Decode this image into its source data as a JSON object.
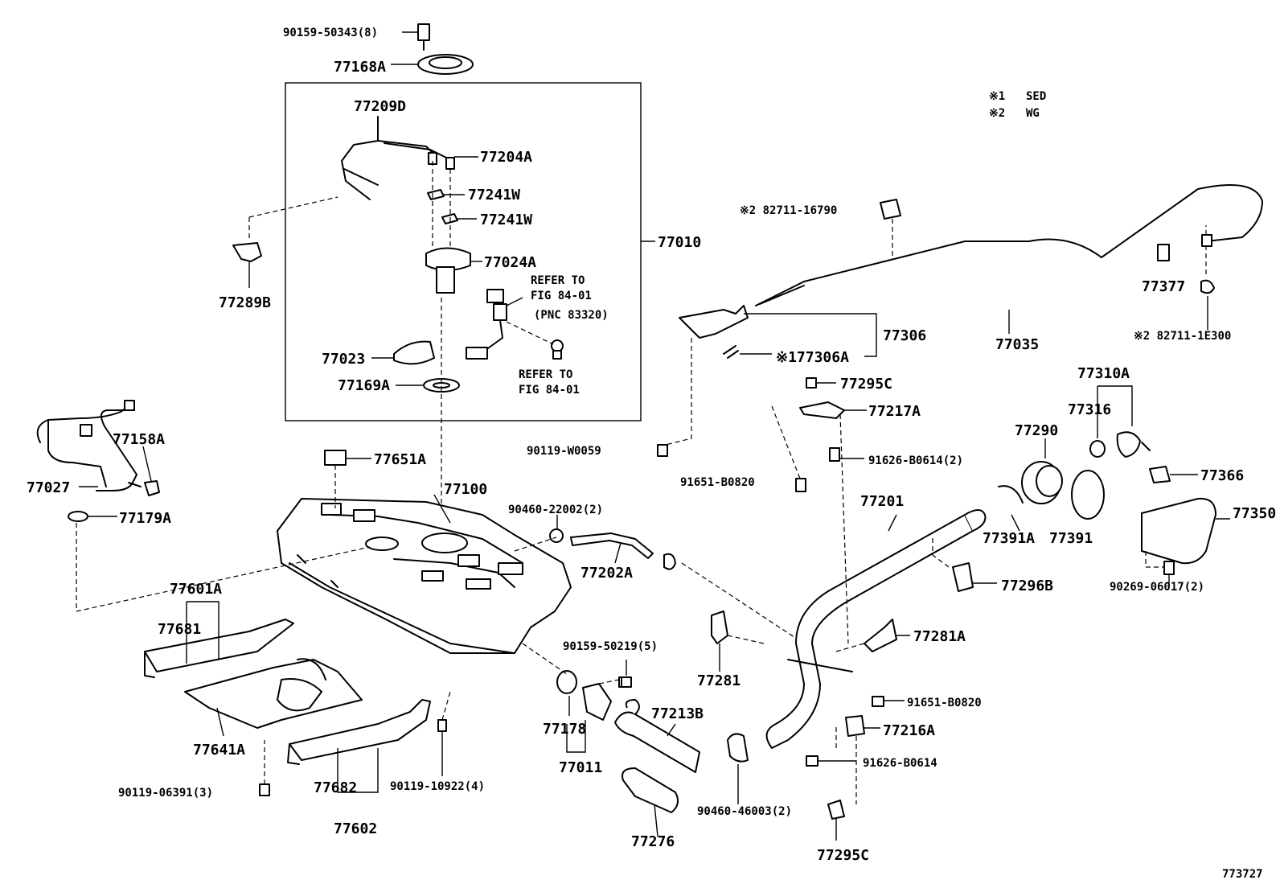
{
  "legend": [
    {
      "mark": "※1",
      "text": "SED"
    },
    {
      "mark": "※2",
      "text": "WG"
    }
  ],
  "figure_code": "773727",
  "labels": {
    "l90159_50343": "90159-50343(8)",
    "l77168A": "77168A",
    "l77209D": "77209D",
    "l77204A": "77204A",
    "l77241W_a": "77241W",
    "l77241W_b": "77241W",
    "l77010": "77010",
    "l77024A": "77024A",
    "l77289B": "77289B",
    "refer1_a": "REFER TO",
    "refer1_b": "FIG 84-01",
    "refer1_c": "(PNC 83320)",
    "l77023": "77023",
    "l77169A": "77169A",
    "refer2_a": "REFER TO",
    "refer2_b": "FIG 84-01",
    "l82711_16790": "※2 82711-16790",
    "l77306": "77306",
    "l77306A": "※177306A",
    "l77035": "77035",
    "l77377": "77377",
    "l82711_1E300": "※2 82711-1E300",
    "l77295C_a": "77295C",
    "l77217A": "77217A",
    "l77310A": "77310A",
    "l77316": "77316",
    "l77290": "77290",
    "l77158A": "77158A",
    "l90119_W0059": "90119-W0059",
    "l91626_B0614_2": "91626-B0614(2)",
    "l77027": "77027",
    "l77651A": "77651A",
    "l91651_B0820_a": "91651-B0820",
    "l77366": "77366",
    "l77179A": "77179A",
    "l77100": "77100",
    "l90460_22002": "90460-22002(2)",
    "l77201": "77201",
    "l77350": "77350",
    "l77391A": "77391A",
    "l77391": "77391",
    "l77202A": "77202A",
    "l77601A": "77601A",
    "l77296B": "77296B",
    "l90269_06017": "90269-06017(2)",
    "l77681": "77681",
    "l90159_50219": "90159-50219(5)",
    "l77281A": "77281A",
    "l77281": "77281",
    "l91651_B0820_b": "91651-B0820",
    "l77178": "77178",
    "l77213B": "77213B",
    "l77216A": "77216A",
    "l77641A": "77641A",
    "l77011": "77011",
    "l91626_B0614": "91626-B0614",
    "l77682": "77682",
    "l90119_06391": "90119-06391(3)",
    "l90119_10922": "90119-10922(4)",
    "l90460_46003": "90460-46003(2)",
    "l77602": "77602",
    "l77276": "77276",
    "l77295C_b": "77295C"
  }
}
